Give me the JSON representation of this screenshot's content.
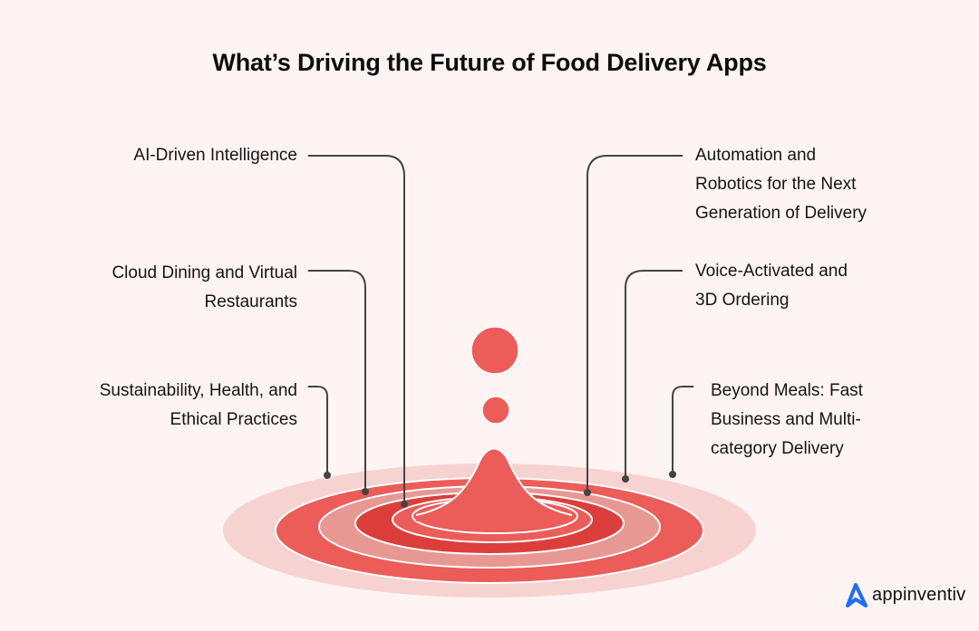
{
  "title": "What’s Driving the Future of Food Delivery Apps",
  "labels_left": [
    {
      "id": "ai",
      "text": "AI-Driven Intelligence"
    },
    {
      "id": "cloud",
      "text": "Cloud Dining and Virtual\nRestaurants"
    },
    {
      "id": "sustain",
      "text": "Sustainability, Health, and\nEthical Practices"
    }
  ],
  "labels_right": [
    {
      "id": "automation",
      "text": "Automation and\nRobotics for the Next\nGeneration of Delivery"
    },
    {
      "id": "voice",
      "text": "Voice-Activated and\n3D Ordering"
    },
    {
      "id": "beyond",
      "text": "Beyond Meals: Fast\nBusiness and Multi-\ncategory Delivery"
    }
  ],
  "colors": {
    "background": "#FEF4F3",
    "ring_outer": "#F6D3D1",
    "ring_red": "#EC5C58",
    "ring_rose": "#E89893",
    "ring_dark": "#DC3F3B",
    "drop": "#EC5C58",
    "connector": "#444444",
    "logo_blue": "#1F6BFF"
  },
  "logo": {
    "text": "appinventiv",
    "icon": "appinventiv-a-icon"
  }
}
